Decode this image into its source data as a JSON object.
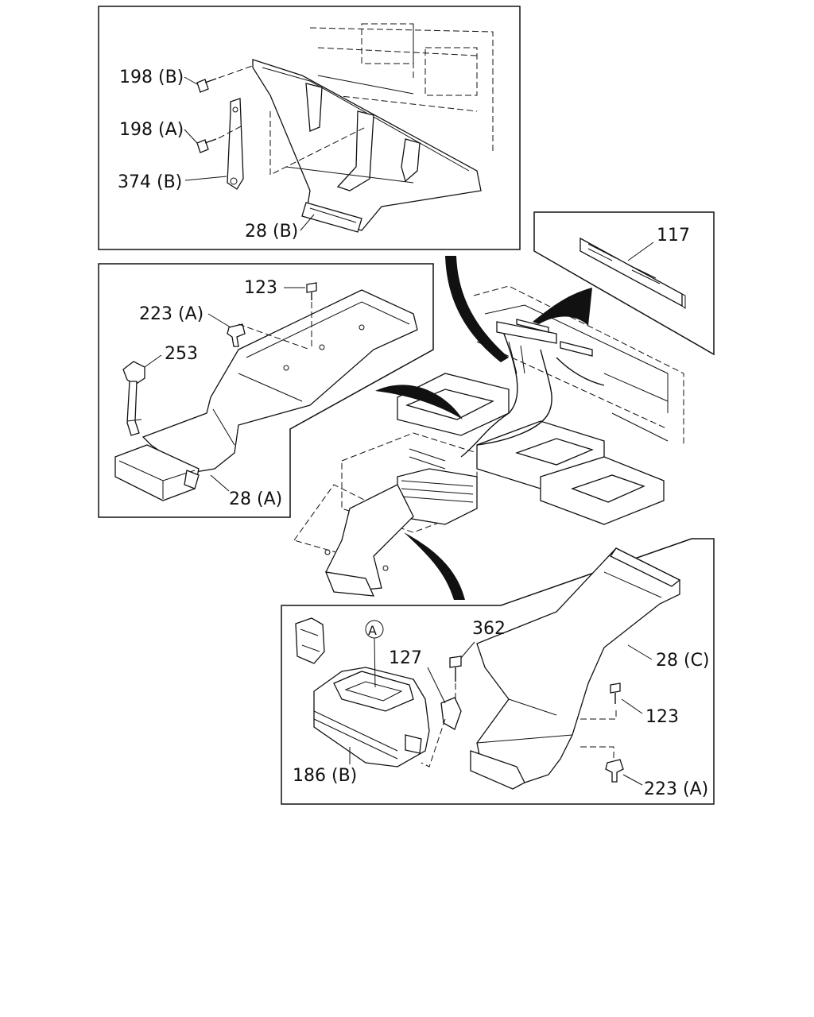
{
  "diagram": {
    "labels": {
      "l198b": "198 (B)",
      "l198a": "198 (A)",
      "l374b": "374 (B)",
      "l28b": "28 (B)",
      "l117": "117",
      "l123_top": "123",
      "l223a_top": "223 (A)",
      "l253": "253",
      "l28a": "28 (A)",
      "l362": "362",
      "l127": "127",
      "l28c": "28 (C)",
      "l123_bot": "123",
      "l186b": "186 (B)",
      "l223a_bot": "223 (A)",
      "callout_a": "A"
    }
  }
}
